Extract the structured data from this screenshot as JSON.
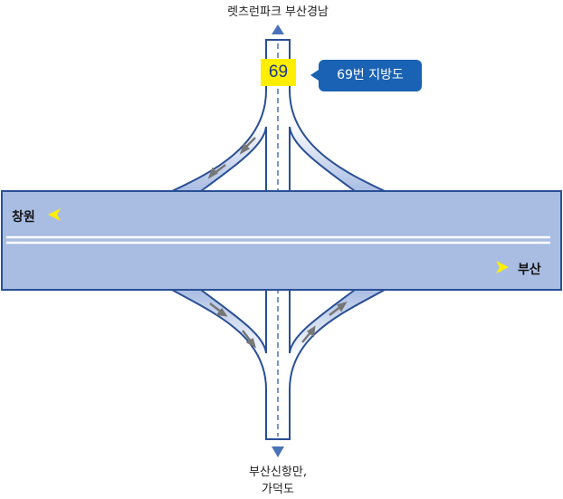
{
  "destinations": {
    "north": "렛츠런파크 부산경남",
    "south_line1": "부산신항만,",
    "south_line2": "가덕도",
    "west": "창원",
    "east": "부산"
  },
  "route_shield": "69",
  "route_callout": "69번 지방도",
  "colors": {
    "road": "#a9bde3",
    "outline": "#2a4f95",
    "shield": "#ffee00",
    "callout": "#1a62b3",
    "direction_arrow": "#ffee00"
  }
}
